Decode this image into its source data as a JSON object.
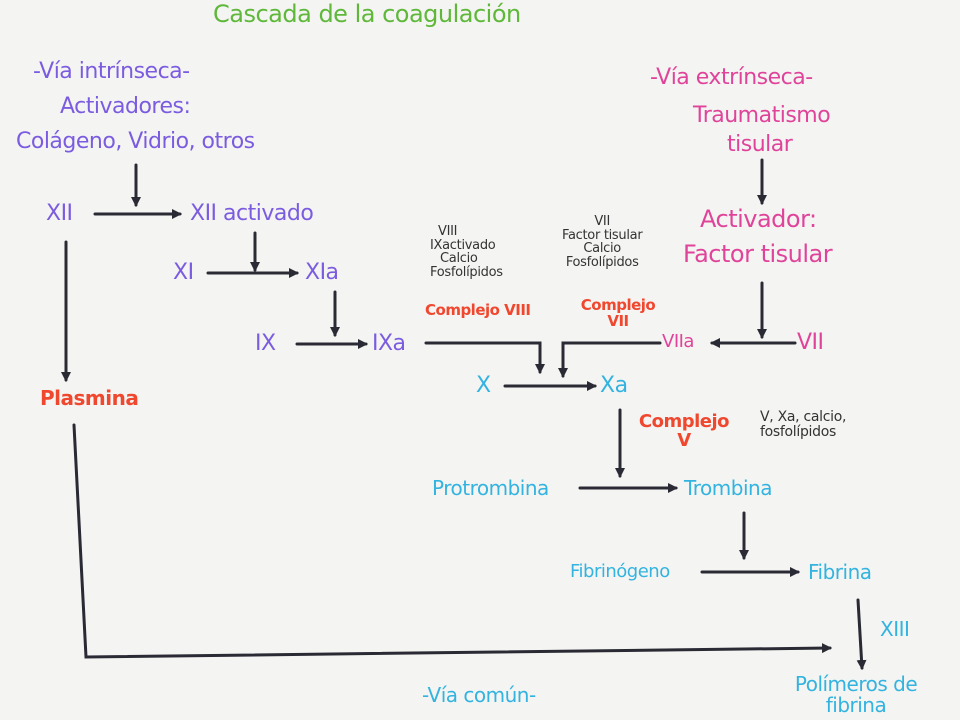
{
  "title": "Cascada de la coagulación",
  "intrinsic": {
    "heading": "-Vía intrínseca-",
    "activators_heading": "Activadores:",
    "activators_list": "Colágeno, Vidrio, otros",
    "xii": "XII",
    "xii_activated": "XII activado",
    "xi": "XI",
    "xia": "XIa",
    "ix": "IX",
    "ixa": "IXa"
  },
  "extrinsic": {
    "heading": "-Vía extrínseca-",
    "trauma_1": "Traumatismo",
    "trauma_2": "tisular",
    "activator_1": "Activador:",
    "activator_2": "Factor tisular",
    "vii": "VII",
    "viia": "VIIa"
  },
  "complex_viii": {
    "notes": [
      "VIII",
      "IXactivado",
      "Calcio",
      "Fosfolípidos"
    ],
    "label": "Complejo VIII"
  },
  "complex_vii": {
    "notes": [
      "VII",
      "Factor tisular",
      "Calcio",
      "Fosfolípidos"
    ],
    "label_1": "Complejo",
    "label_2": "VII"
  },
  "complex_v": {
    "label_1": "Complejo",
    "label_2": "V",
    "notes_1": "V, Xa, calcio,",
    "notes_2": "fosfolípidos"
  },
  "common": {
    "heading": "-Vía común-",
    "x": "X",
    "xa": "Xa",
    "prothrombin": "Protrombina",
    "thrombin": "Trombina",
    "fibrinogen": "Fibrinógeno",
    "fibrin": "Fibrina",
    "xiii": "XIII",
    "polymers_1": "Polímeros de",
    "polymers_2": "fibrina"
  },
  "plasmin": "Plasmina",
  "colors": {
    "title": "#5fb83a",
    "intrinsic": "#7b5ce0",
    "extrinsic": "#e0449a",
    "complex": "#f0472f",
    "common": "#33b3e0",
    "arrows": "#2a2a35"
  }
}
